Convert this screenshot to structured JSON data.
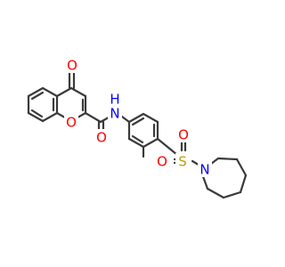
{
  "molecule": {
    "atoms": {
      "ketone_oxygen": "O",
      "ring_oxygen": "O",
      "amide_oxygen": "O",
      "amide_nitrogen": "N",
      "amide_hydrogen": "H",
      "sulfur": "S",
      "sulfonyl_oxygen_top": "O",
      "sulfonyl_oxygen_left": "O",
      "azepane_nitrogen": "N"
    },
    "colors": {
      "bond": "#3a3a3a",
      "oxygen": "#ff0000",
      "nitrogen": "#0000ff",
      "sulfur": "#b8a000"
    }
  }
}
